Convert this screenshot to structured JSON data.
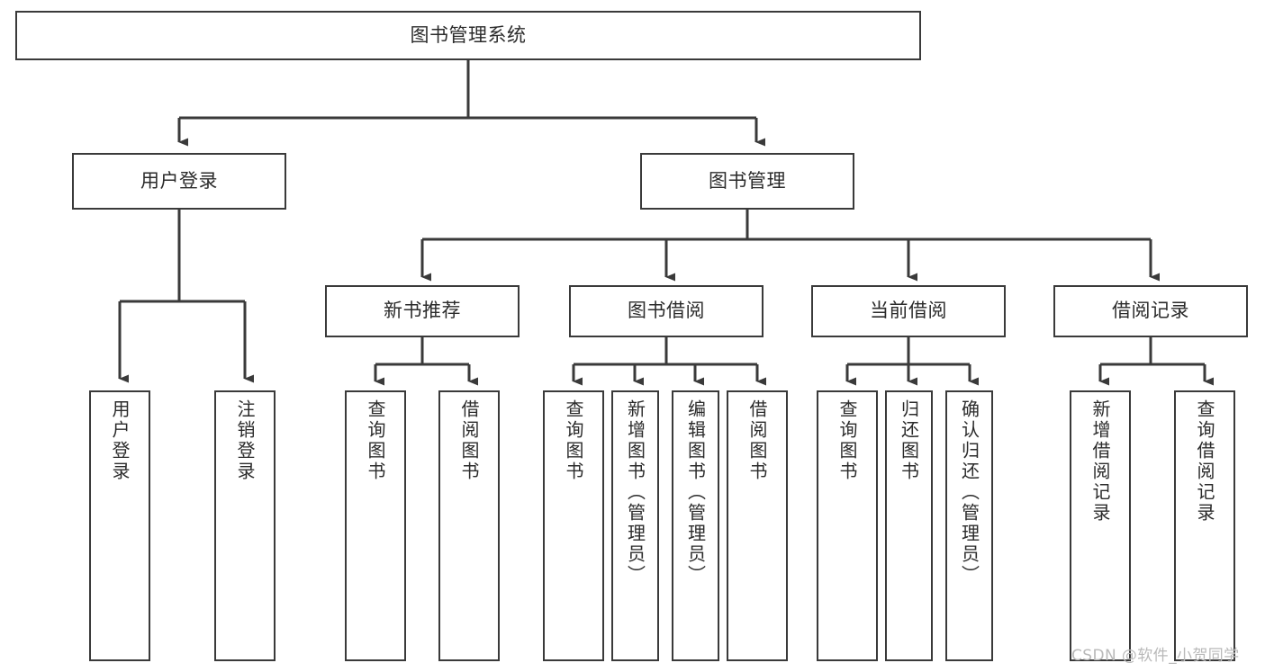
{
  "diagram": {
    "title": "图书管理系统",
    "type": "tree-hierarchy-chart",
    "background_color": "#ffffff",
    "line_color": "#3a3a3a",
    "text_color": "#2b2b2b",
    "watermark": "CSDN @软件_小贺同学"
  },
  "nodes": {
    "root": {
      "label": "图书管理系统"
    },
    "level1": [
      {
        "label": "用户登录"
      },
      {
        "label": "图书管理"
      }
    ],
    "level2": [
      {
        "label": "新书推荐"
      },
      {
        "label": "图书借阅"
      },
      {
        "label": "当前借阅"
      },
      {
        "label": "借阅记录"
      }
    ],
    "leaves": {
      "user_login": [
        {
          "label": "用户登录"
        },
        {
          "label": "注销登录"
        }
      ],
      "new_book_recommend": [
        {
          "label": "查询图书"
        },
        {
          "label": "借阅图书"
        }
      ],
      "book_borrow": [
        {
          "label": "查询图书"
        },
        {
          "label": "新增图书（管理员）"
        },
        {
          "label": "编辑图书（管理员）"
        },
        {
          "label": "借阅图书"
        }
      ],
      "current_borrow": [
        {
          "label": "查询图书"
        },
        {
          "label": "归还图书"
        },
        {
          "label": "确认归还（管理员）"
        }
      ],
      "borrow_record": [
        {
          "label": "新增借阅记录"
        },
        {
          "label": "查询借阅记录"
        }
      ]
    }
  }
}
